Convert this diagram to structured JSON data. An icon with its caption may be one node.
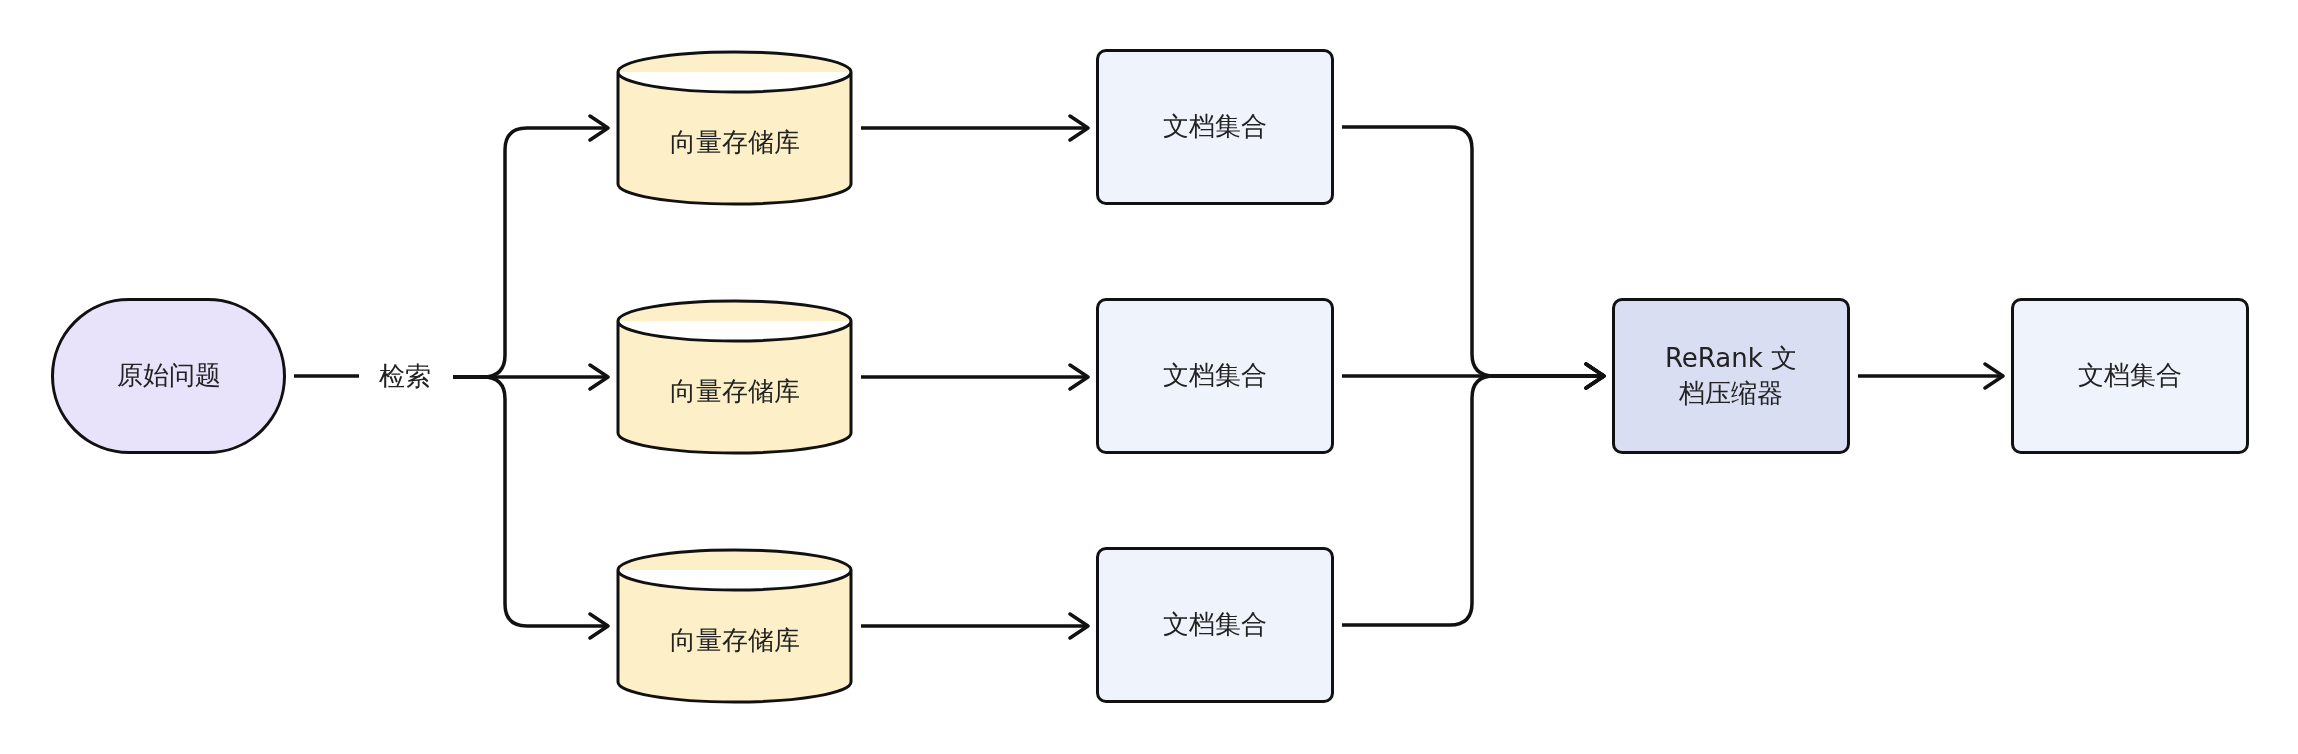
{
  "diagram": {
    "nodes": [
      {
        "text": [
          "原始问题"
        ]
      },
      {
        "text": [
          "检索"
        ]
      },
      {
        "text": [
          "向量存储库"
        ]
      },
      {
        "text": [
          "向量存储库"
        ]
      },
      {
        "text": [
          "向量存储库"
        ]
      },
      {
        "text": [
          "文档集合"
        ]
      },
      {
        "text": [
          "文档集合"
        ]
      },
      {
        "text": [
          "文档集合"
        ]
      },
      {
        "text": [
          "ReRank 文档压缩器"
        ]
      },
      {
        "text": [
          "文档集合"
        ]
      }
    ],
    "edges": [
      {
        "from": 0,
        "to": 1,
        "arrow": "none"
      },
      {
        "from": 1,
        "to": 2,
        "arrow": "to"
      },
      {
        "from": 1,
        "to": 3,
        "arrow": "to"
      },
      {
        "from": 1,
        "to": 4,
        "arrow": "to"
      },
      {
        "from": 2,
        "to": 5,
        "arrow": "to"
      },
      {
        "from": 3,
        "to": 6,
        "arrow": "to"
      },
      {
        "from": 4,
        "to": 7,
        "arrow": "to"
      },
      {
        "from": 5,
        "to": 8,
        "arrow": "to"
      },
      {
        "from": 6,
        "to": 8,
        "arrow": "to"
      },
      {
        "from": 7,
        "to": 8,
        "arrow": "to"
      },
      {
        "from": 8,
        "to": 9,
        "arrow": "to"
      }
    ]
  }
}
